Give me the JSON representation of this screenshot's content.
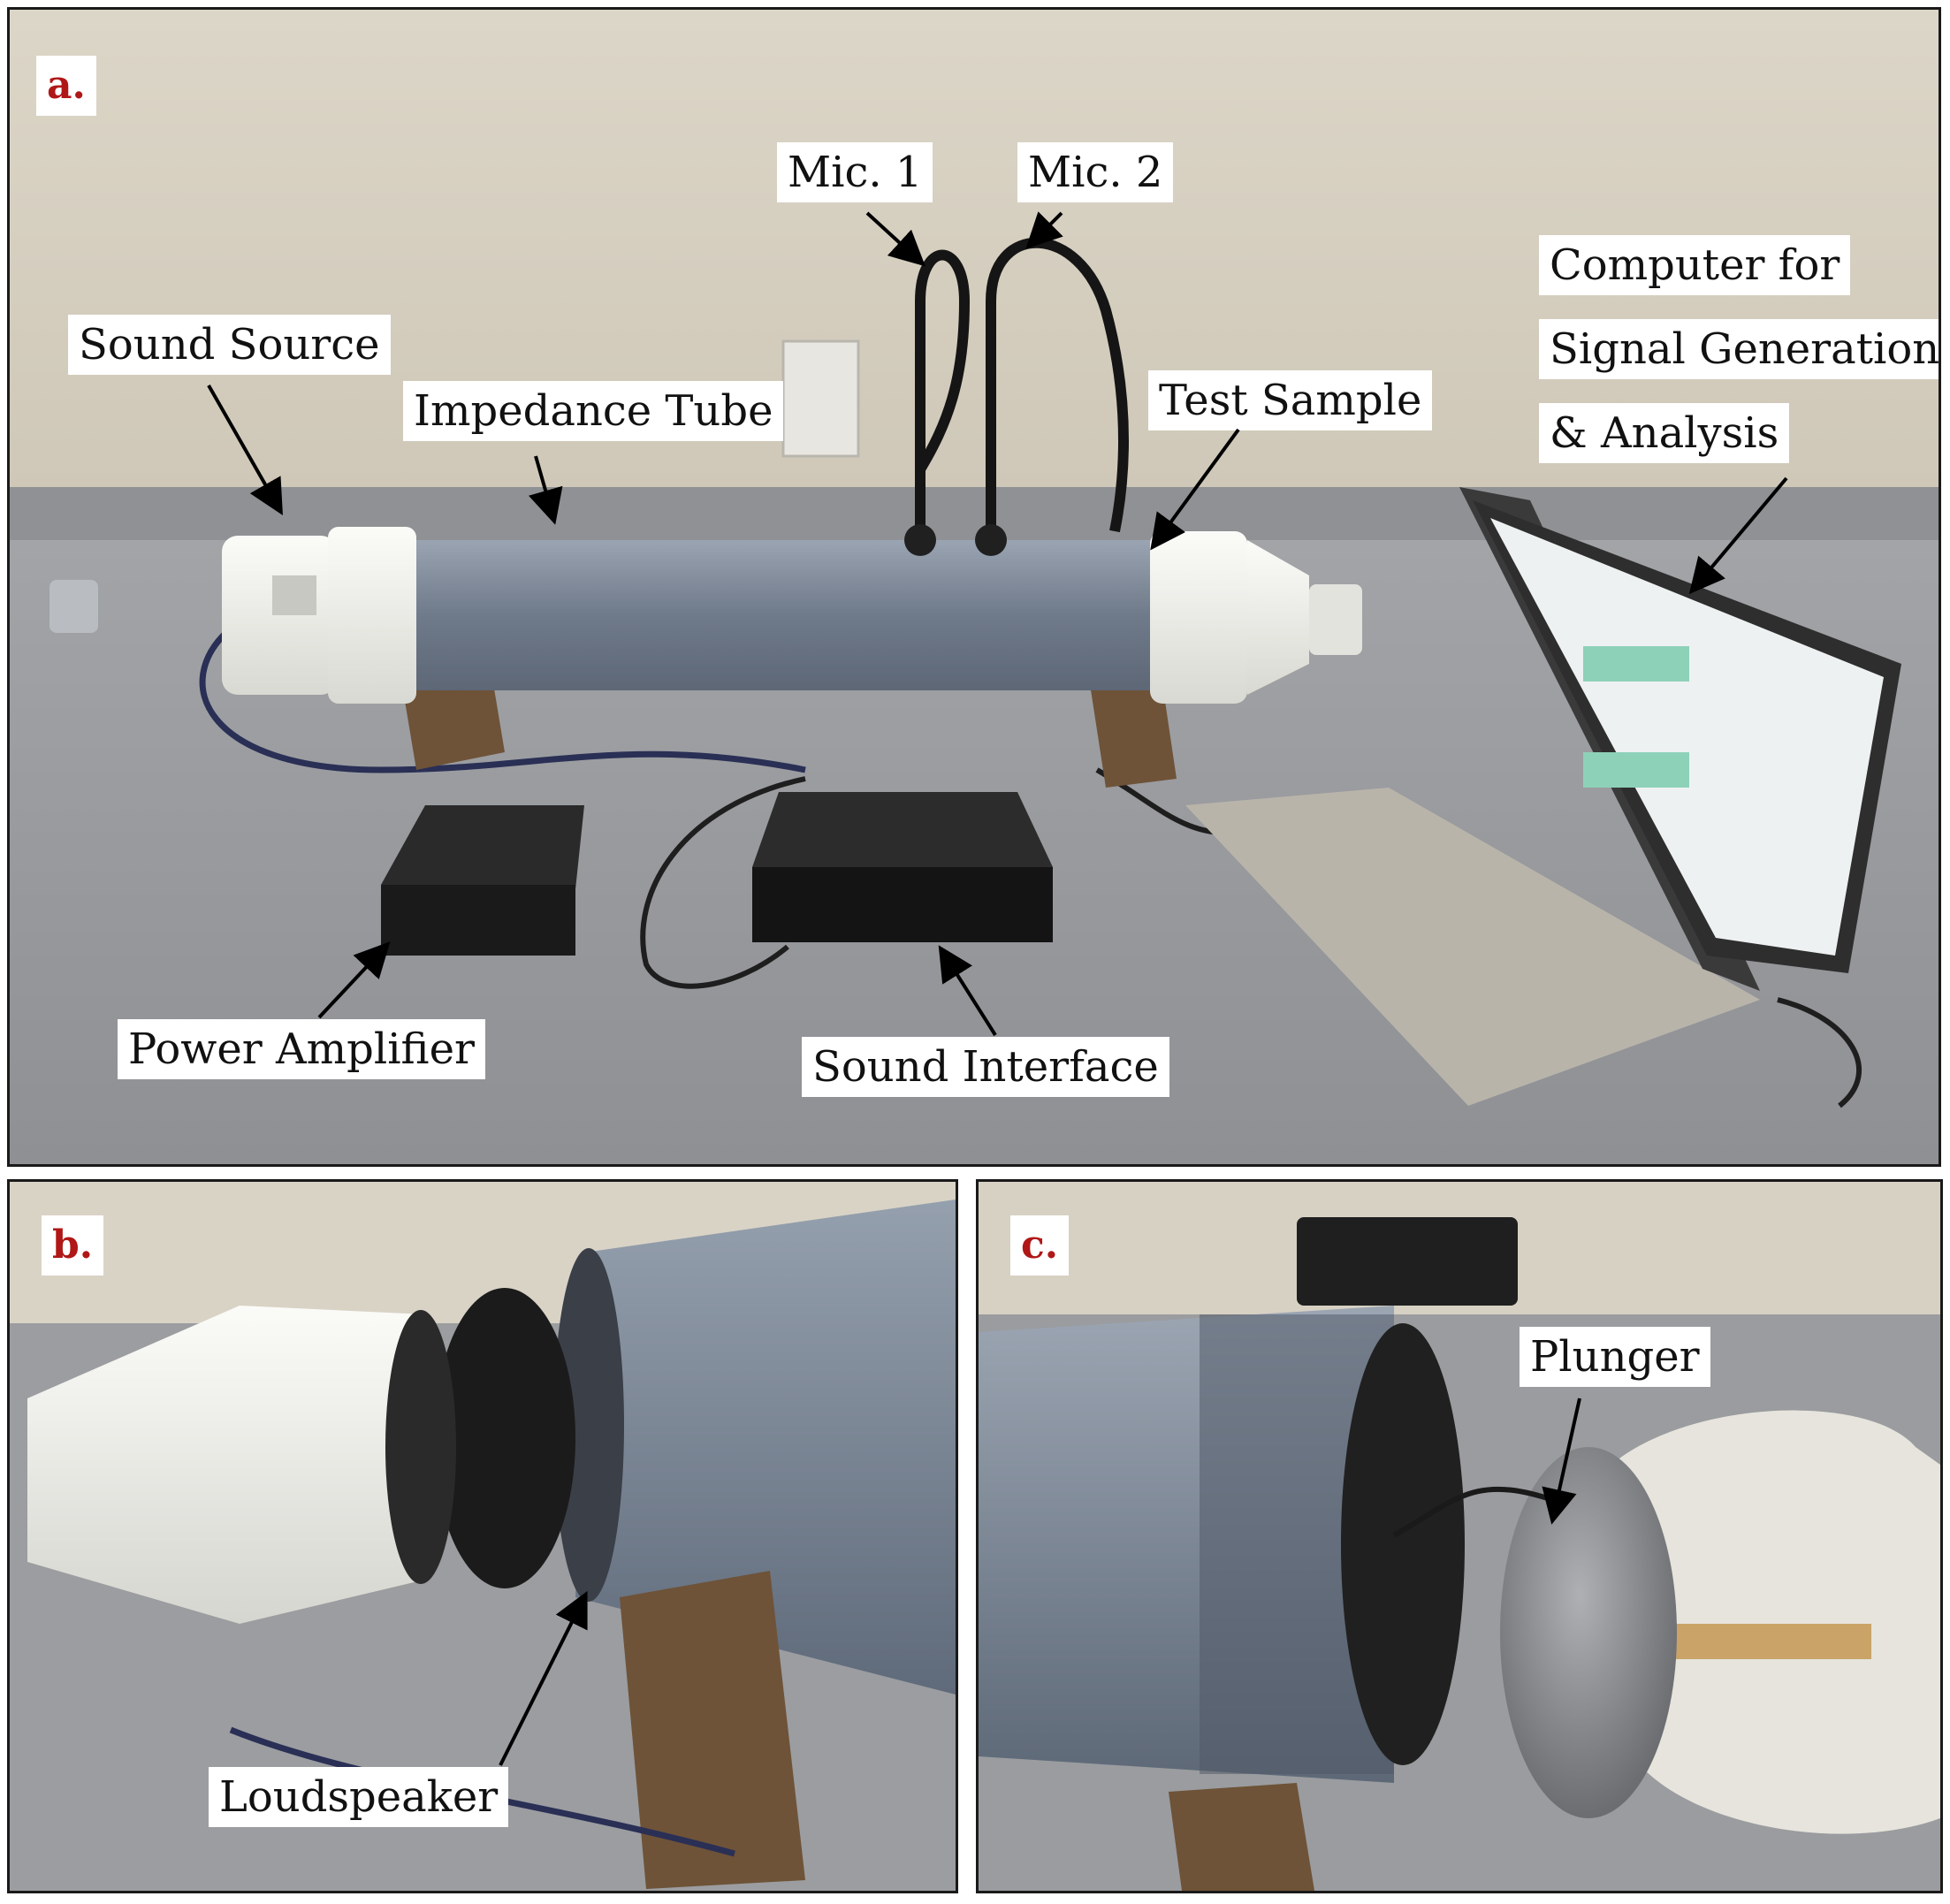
{
  "panel_a": {
    "tag": "a.",
    "labels": {
      "sound_source": "Sound Source",
      "impedance_tube": "Impedance Tube",
      "mic1": "Mic. 1",
      "mic2": "Mic. 2",
      "test_sample": "Test Sample",
      "computer_line1": "Computer for",
      "computer_line2": "Signal Generation",
      "computer_line3": "& Analysis",
      "power_amplifier": "Power Amplifier",
      "sound_interface": "Sound Interface"
    }
  },
  "panel_b": {
    "tag": "b.",
    "labels": {
      "loudspeaker": "Loudspeaker"
    }
  },
  "panel_c": {
    "tag": "c.",
    "labels": {
      "plunger": "Plunger"
    }
  },
  "colors": {
    "tag_red": "#b01717",
    "wall": "#d6d0c2",
    "counter": "#9a9c9f",
    "pvc_white": "#eeeeea",
    "tube_clear": "#7d8796",
    "wood": "#6e5338"
  }
}
